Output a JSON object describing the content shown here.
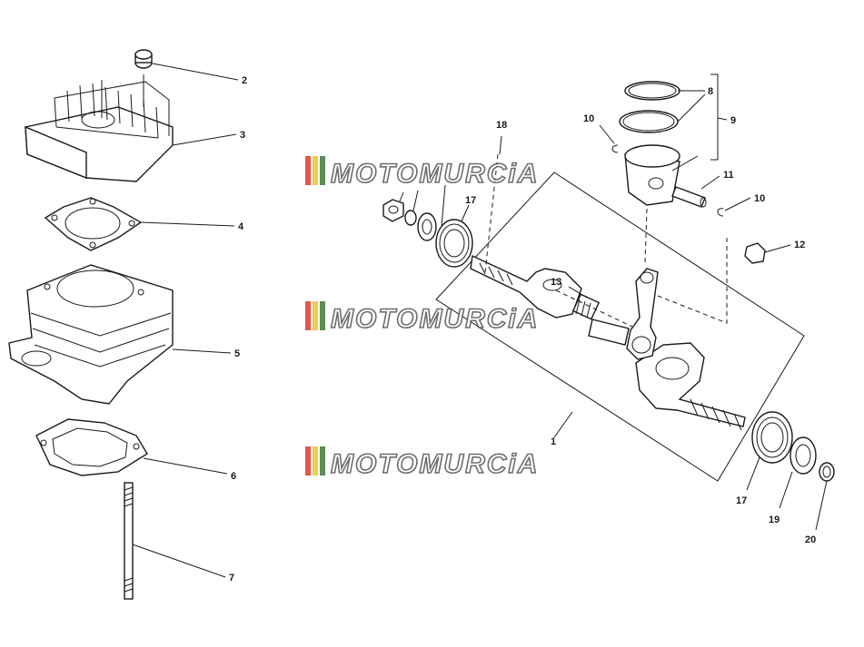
{
  "watermark": {
    "text": "MOTOMURCiA",
    "stripe_colors": [
      "#e03a2e",
      "#f2c230",
      "#3a7a3a"
    ]
  },
  "callouts": {
    "c1": "1",
    "c2": "2",
    "c3": "3",
    "c4": "4",
    "c5": "5",
    "c6": "6",
    "c7": "7",
    "c8": "8",
    "c9": "9",
    "c10a": "10",
    "c10b": "10",
    "c11": "11",
    "c12": "12",
    "c13": "13",
    "c17a": "17",
    "c17b": "17",
    "c18": "18",
    "c19": "19",
    "c20": "20"
  },
  "colors": {
    "line": "#1a1a1a",
    "background": "#ffffff"
  }
}
